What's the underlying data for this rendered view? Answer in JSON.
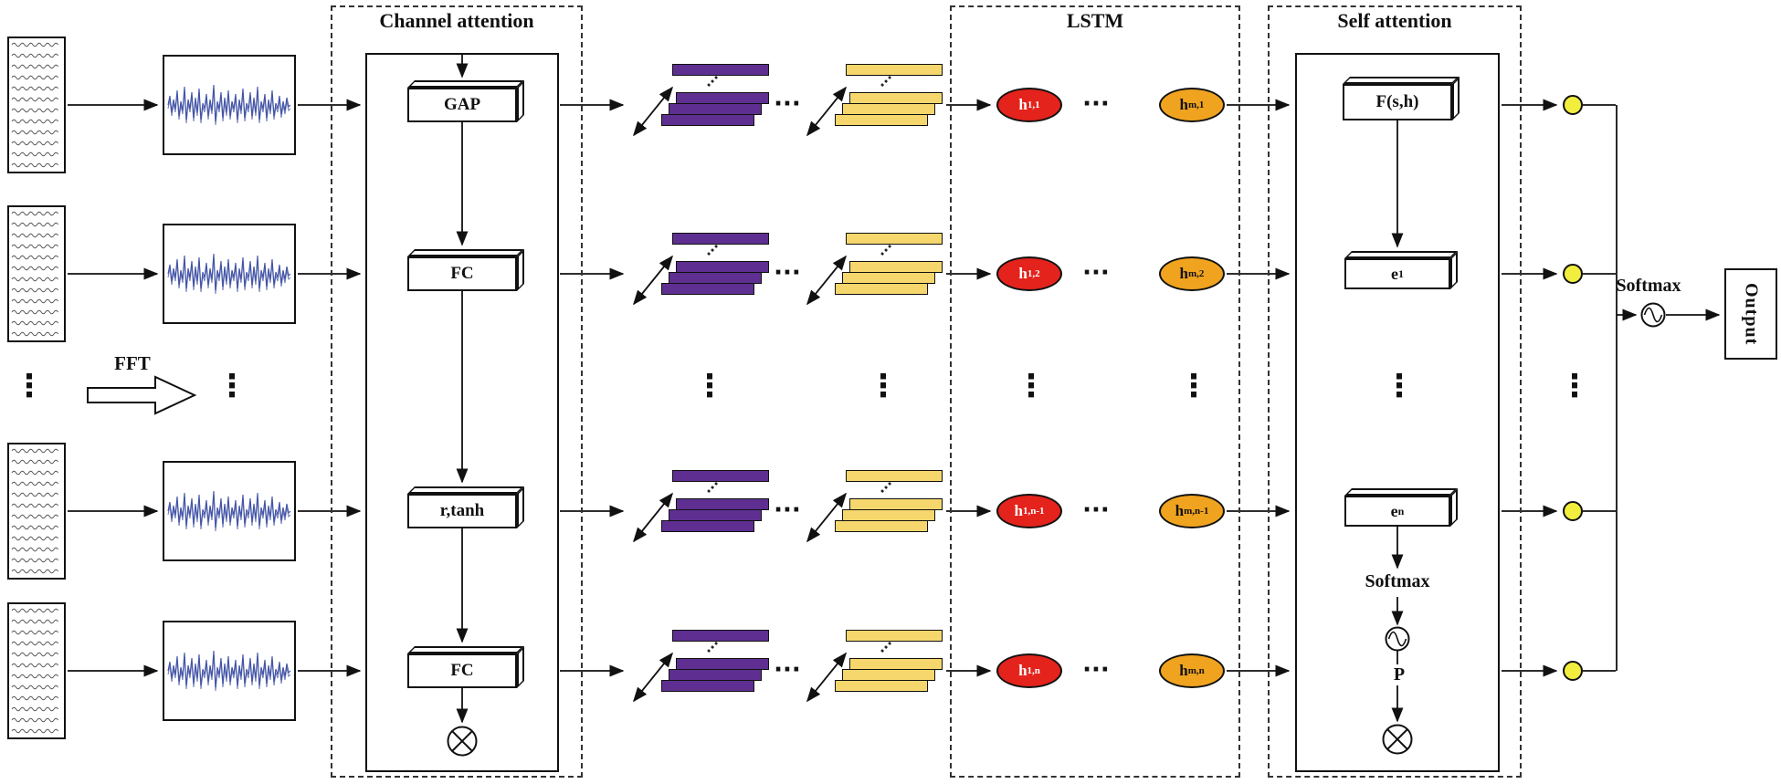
{
  "titles": {
    "channel": "Channel attention",
    "lstm": "LSTM",
    "self": "Self attention"
  },
  "fft_label": "FFT",
  "channel_blocks": {
    "b1": "GAP",
    "b2": "FC",
    "b3": "r,tanh",
    "b4": "FC"
  },
  "lstm_nodes": {
    "r1": {
      "red_main": "h",
      "red_sub": "1,1",
      "or_main": "h",
      "or_sub": "m,1"
    },
    "r2": {
      "red_main": "h",
      "red_sub": "1,2",
      "or_main": "h",
      "or_sub": "m,2"
    },
    "r3": {
      "red_main": "h",
      "red_sub": "1,n-1",
      "or_main": "h",
      "or_sub": "m,n-1"
    },
    "r4": {
      "red_main": "h",
      "red_sub": "1,n",
      "or_main": "h",
      "or_sub": "m,n"
    }
  },
  "self_attention": {
    "f_block": "F(s,h)",
    "e1_main": "e",
    "e1_sub": "1",
    "en_main": "e",
    "en_sub": "n",
    "softmax": "Softmax",
    "p": "P"
  },
  "output": {
    "softmax": "Softmax",
    "label": "Output"
  },
  "dots_h": "···",
  "dots_v": "⋮",
  "colors": {
    "purple": "#5e2f91",
    "yellow_map": "#f6d76d",
    "red_node": "#e3231c",
    "orange_node": "#f0a31f",
    "yellow_node": "#f2ee3e",
    "waveform_blue": "#4253a5"
  }
}
